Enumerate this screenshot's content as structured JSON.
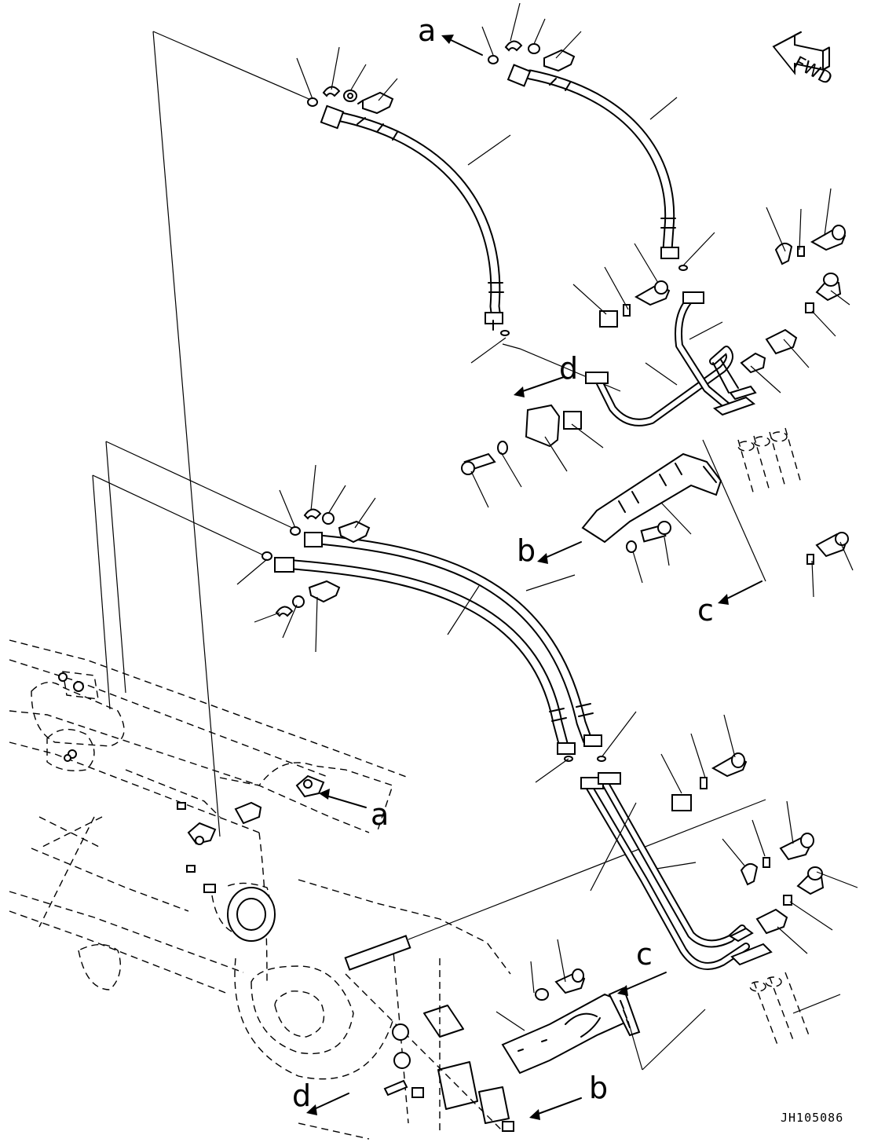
{
  "orientation_label": "FWD",
  "drawing_code": "JH105086",
  "reference_letters": {
    "a": "a",
    "b": "b",
    "c": "c",
    "d": "d"
  }
}
